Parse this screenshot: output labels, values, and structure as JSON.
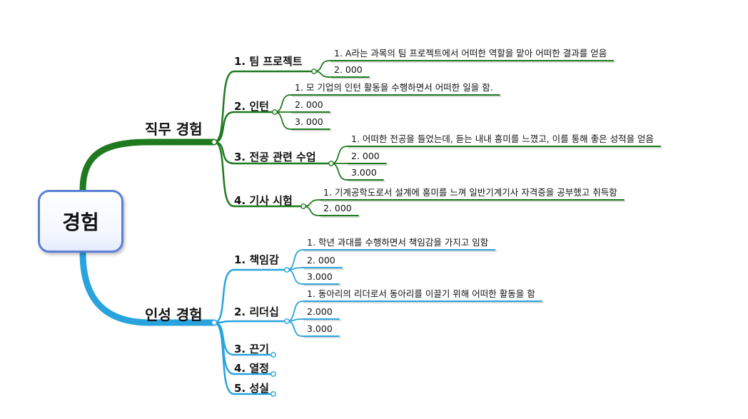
{
  "root": {
    "label": "경험",
    "color": "#5b7fd4"
  },
  "branches": [
    {
      "label": "직무 경험",
      "color": "#1f7a1f",
      "children": [
        {
          "label": "1. 팀 프로젝트",
          "items": [
            "1. A라는 과목의 팀 프로젝트에서 어떠한 역할을 맡아 어떠한 결과를 얻음",
            "2. 000"
          ]
        },
        {
          "label": "2. 인턴",
          "items": [
            "1. 모 기업의 인턴 활동을 수행하면서 어떠한 일을 함.",
            "2. 000",
            "3. 000"
          ]
        },
        {
          "label": "3. 전공 관련 수업",
          "items": [
            "1. 어떠한 전공을 들었는데, 듣는 내내 흥미를 느꼈고, 이를 통해 좋은 성적을 얻음",
            "2. 000",
            "3.000"
          ]
        },
        {
          "label": "4. 기사 시험",
          "items": [
            "1. 기계공학도로서 설계에 흥미를 느껴 일반기계기사 자격증을 공부했고 취득함",
            "2. 000"
          ]
        }
      ]
    },
    {
      "label": "인성 경험",
      "color": "#29a3dc",
      "children": [
        {
          "label": "1. 책임감",
          "items": [
            "1. 학년 과대를 수행하면서 책임감을 가지고 임함",
            "2. 000",
            "3.000"
          ]
        },
        {
          "label": "2. 리더십",
          "items": [
            "1. 동아리의 리더로서 동아리를 이끌기 위해 어떠한 활동을 함",
            "2.000",
            "3.000"
          ]
        },
        {
          "label": "3. 끈기",
          "items": []
        },
        {
          "label": "4. 열정",
          "items": []
        },
        {
          "label": "5. 성실",
          "items": []
        }
      ]
    }
  ]
}
